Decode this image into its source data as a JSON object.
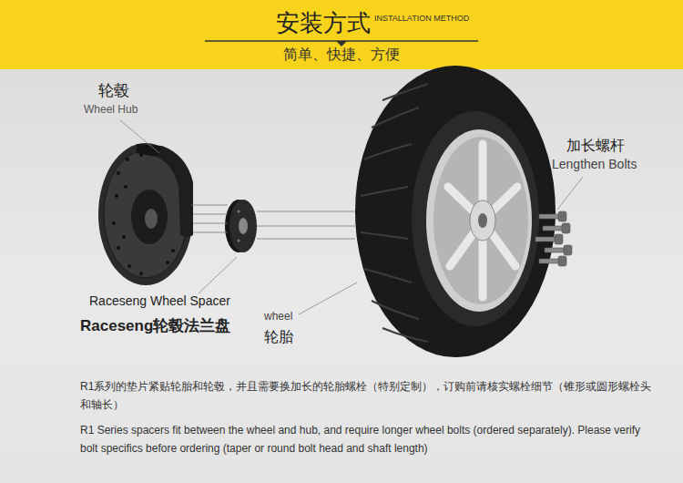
{
  "diagram": {
    "title": "安装方式",
    "labels": [
      "INSTALLATION METHOD",
      "简单、快捷、方便",
      "轮毂",
      "Wheel Hub",
      "Raceseng Wheel Spacer",
      "Raceseng轮毂法兰盘",
      "wheel",
      "轮胎",
      "加长螺杆",
      "Lengthen Bolts",
      "R1系列的垫片紧贴轮胎和轮毂，并且需要换加长的轮胎螺栓（特别定制），订购前请核实螺栓细节（锥形或圆形螺栓头和轴长）",
      "R1 Series spacers fit between the wheel and hub, and require longer wheel bolts (ordered separately). Please verify bolt specifics before ordering (taper or round bolt head and shaft length)"
    ]
  }
}
